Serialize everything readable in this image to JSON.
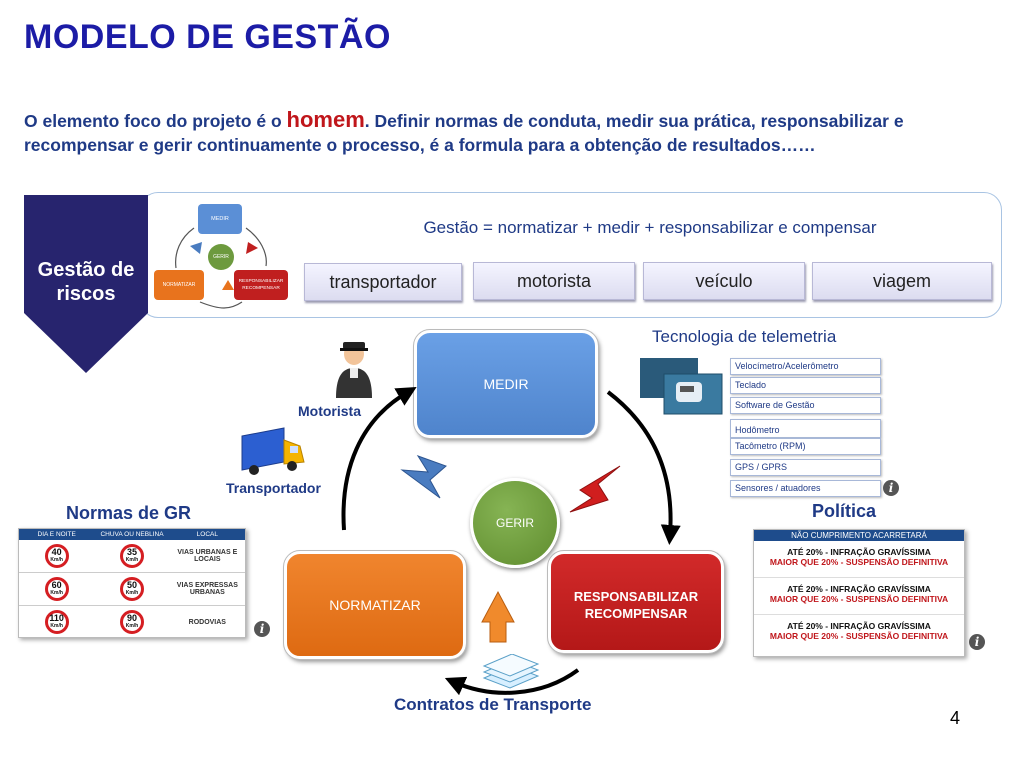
{
  "title": "MODELO DE GESTÃO",
  "intro": {
    "pre": "O elemento foco do projeto é o ",
    "highlight": "homem",
    "post": ".  Definir normas de conduta, medir sua prática, responsabilizar e recompensar e gerir continuamente o processo, é a formula para a obtenção de resultados……"
  },
  "risk_label": "Gestão de riscos",
  "formula": "Gestão = normatizar + medir + responsabilizar e compensar",
  "pills": [
    "transportador",
    "motorista",
    "veículo",
    "viagem"
  ],
  "mini_cycle": {
    "medir": "MEDIR",
    "gerir": "GERIR",
    "normatizar": "NORMATIZAR",
    "responsabilizar": "RESPONSABILIZAR RECOMPENSAR"
  },
  "cycle": {
    "medir": "MEDIR",
    "gerir": "GERIR",
    "normatizar": "NORMATIZAR",
    "responsabilizar": "RESPONSABILIZAR\nRECOMPENSAR"
  },
  "labels": {
    "motorista": "Motorista",
    "transportador": "Transportador",
    "normas": "Normas de GR",
    "politica": "Política",
    "contratos": "Contratos de Transporte",
    "telemetria": "Tecnologia de telemetria"
  },
  "telemetry_items": [
    "Velocímetro/Acelerômetro",
    "Teclado",
    "Software de Gestão",
    "Hodômetro",
    "Tacômetro (RPM)",
    "GPS / GPRS",
    "Sensores / atuadores"
  ],
  "policy": {
    "header": "NÃO CUMPRIMENTO ACARRETARÁ",
    "rows": [
      {
        "a": "ATÉ 20% - INFRAÇÃO GRAVÍSSIMA",
        "b": "MAIOR QUE 20% - SUSPENSÃO DEFINITIVA"
      },
      {
        "a": "ATÉ 20% - INFRAÇÃO GRAVÍSSIMA",
        "b": "MAIOR QUE 20% - SUSPENSÃO DEFINITIVA"
      },
      {
        "a": "ATÉ 20% - INFRAÇÃO GRAVÍSSIMA",
        "b": "MAIOR QUE 20% - SUSPENSÃO DEFINITIVA"
      }
    ]
  },
  "norms": {
    "headers": [
      "DIA E NOITE",
      "CHUVA OU NEBLINA",
      "LOCAL"
    ],
    "unit": "Km/h",
    "rows": [
      {
        "a": "40",
        "b": "35",
        "local": "VIAS URBANAS E LOCAIS"
      },
      {
        "a": "60",
        "b": "50",
        "local": "VIAS EXPRESSAS URBANAS"
      },
      {
        "a": "110",
        "b": "90",
        "local": "RODOVIAS"
      }
    ]
  },
  "info_icon": "i",
  "page_number": "4",
  "colors": {
    "title": "#1c1ca6",
    "text": "#1f3a86",
    "highlight": "#c0161b",
    "medir": "#5b8fd6",
    "gerir": "#6d9a3e",
    "normatizar": "#e8731d",
    "responsabilizar": "#c01f1f",
    "chevron": "#27246e"
  }
}
